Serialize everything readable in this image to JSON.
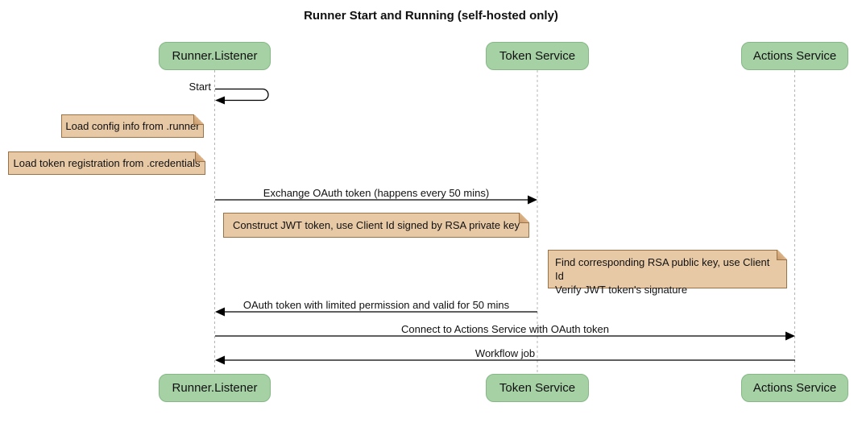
{
  "title": "Runner Start and Running (self-hosted only)",
  "participants": [
    {
      "id": "runner-listener",
      "name": "Runner.Listener"
    },
    {
      "id": "token-service",
      "name": "Token Service"
    },
    {
      "id": "actions-service",
      "name": "Actions Service"
    }
  ],
  "messages": [
    {
      "label": "Start",
      "from": "Runner.Listener",
      "to": "Runner.Listener",
      "kind": "self"
    },
    {
      "label": "Exchange OAuth token (happens every 50 mins)",
      "from": "Runner.Listener",
      "to": "Token Service",
      "kind": "solid"
    },
    {
      "label": "OAuth token with limited permission and valid for 50 mins",
      "from": "Token Service",
      "to": "Runner.Listener",
      "kind": "solid"
    },
    {
      "label": "Connect to Actions Service with OAuth token",
      "from": "Runner.Listener",
      "to": "Actions Service",
      "kind": "solid"
    },
    {
      "label": "Workflow job",
      "from": "Actions Service",
      "to": "Runner.Listener",
      "kind": "solid"
    }
  ],
  "notes": [
    {
      "text": "Load config info from .runner",
      "anchor": "Runner.Listener"
    },
    {
      "text": "Load token registration from .credentials",
      "anchor": "Runner.Listener"
    },
    {
      "text": "Construct JWT token, use Client Id signed by RSA private key",
      "anchor": "Runner.Listener"
    },
    {
      "lines": [
        "Find corresponding RSA public key, use Client Id",
        "Verify JWT token's signature"
      ],
      "anchor": "Token Service"
    }
  ],
  "colors": {
    "participant_fill": "#a5d1a5",
    "participant_border": "#85b885",
    "note_fill": "#e8c9a6",
    "note_border": "#9a7248",
    "line_color": "#000000",
    "lifeline_color": "#b4b4b4",
    "background": "#ffffff",
    "text_color": "#111111"
  }
}
